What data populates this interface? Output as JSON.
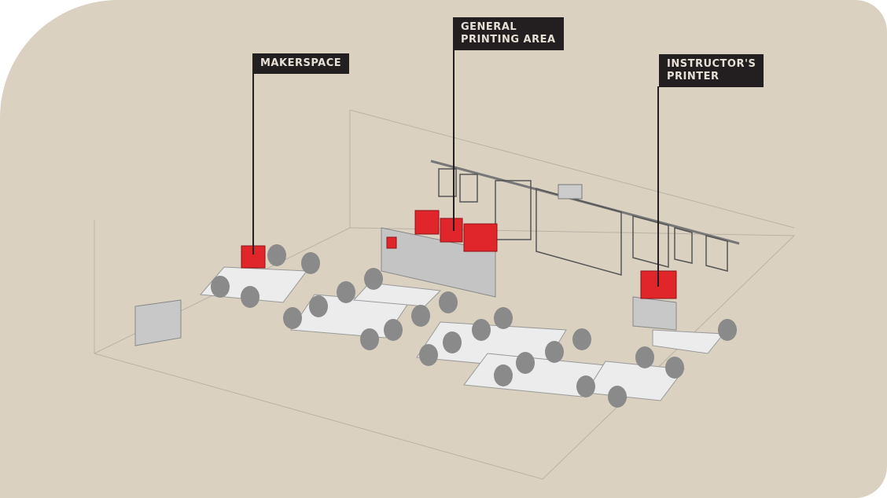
{
  "labels": {
    "makerspace": "MAKERSPACE",
    "general_printing_line1": "GENERAL",
    "general_printing_line2": "PRINTING AREA",
    "instructor_line1": "INSTRUCTOR'S",
    "instructor_line2": "PRINTER"
  },
  "colors": {
    "background": "#dbd1c1",
    "printer": "#e0252b",
    "label_bg": "#231f20",
    "furniture": "#8a8a8a"
  }
}
